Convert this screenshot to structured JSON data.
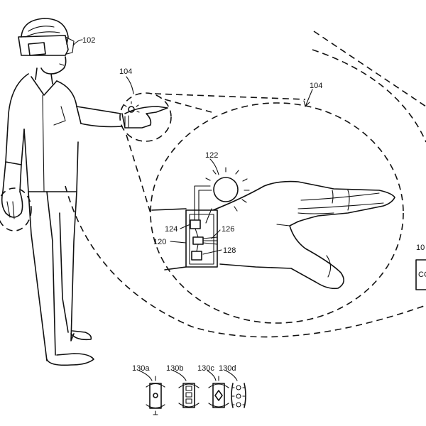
{
  "labels": {
    "headset": "102",
    "region_small": "104",
    "region_large": "104",
    "light_emitter": "122",
    "wrist_device": "120",
    "module_top": "124",
    "sensor": "126",
    "module_bottom": "128",
    "computer_ref": "10",
    "computer_box": "CO",
    "variant_a": "130a",
    "variant_b": "130b",
    "variant_c": "130c",
    "variant_d": "130d"
  }
}
